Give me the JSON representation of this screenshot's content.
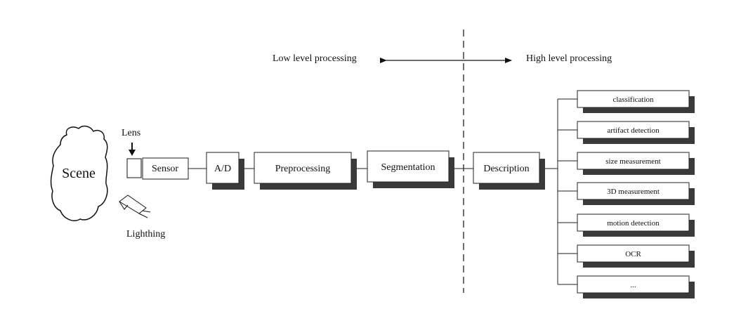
{
  "header": {
    "low_level": "Low level processing",
    "high_level": "High level processing"
  },
  "scene": {
    "label": "Scene"
  },
  "lens": {
    "label": "Lens"
  },
  "lighting": {
    "label": "Lighthing"
  },
  "pipeline": {
    "sensor": "Sensor",
    "ad": "A/D",
    "preprocessing": "Preprocessing",
    "segmentation": "Segmentation",
    "description": "Description"
  },
  "outputs": [
    {
      "label": "classification"
    },
    {
      "label": "artifact detection"
    },
    {
      "label": "size measurement"
    },
    {
      "label": "3D measurement"
    },
    {
      "label": "motion detection"
    },
    {
      "label": "OCR"
    },
    {
      "label": "..."
    }
  ]
}
